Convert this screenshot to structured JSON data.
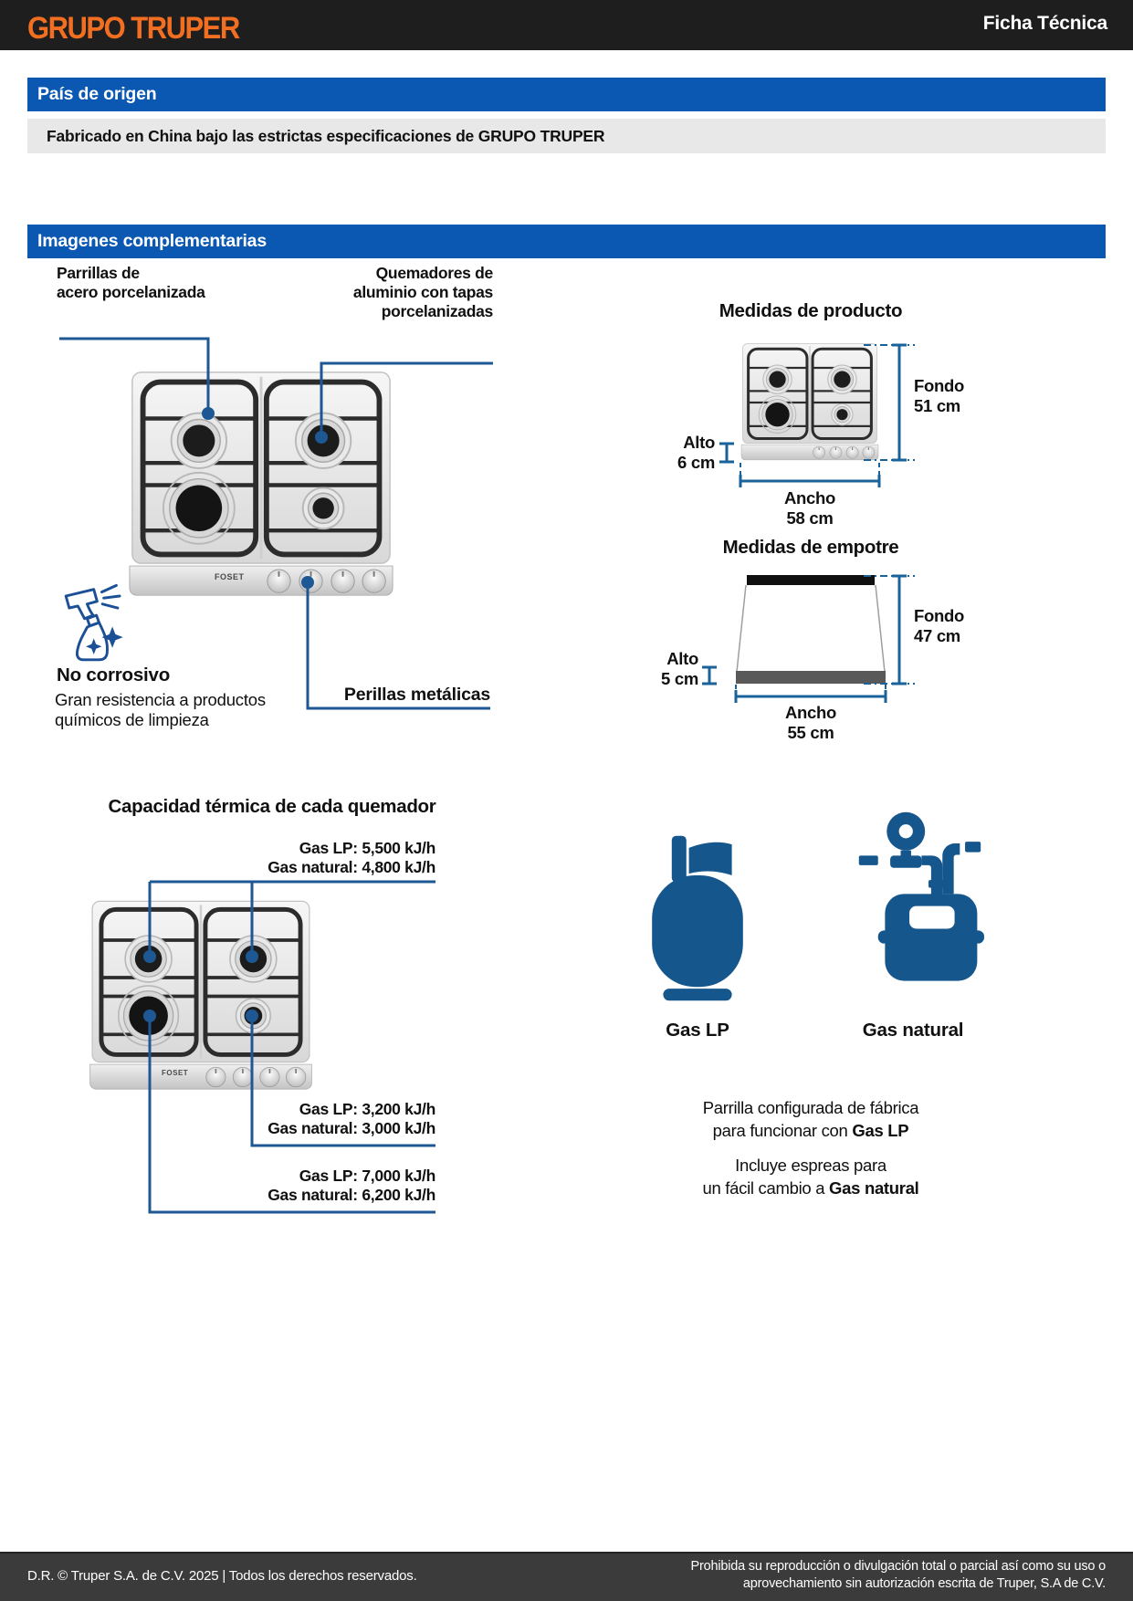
{
  "header": {
    "logo": "GRUPO TRUPER",
    "doc_type": "Ficha Técnica"
  },
  "colors": {
    "accent_orange": "#F26F21",
    "truper_blue": "#0A58B2",
    "line_blue": "#1D5894",
    "icon_blue": "#15568D"
  },
  "origin_section": {
    "title": "País de origen",
    "body": "Fabricado en China bajo las estrictas especificaciones de GRUPO TRUPER"
  },
  "images_section": {
    "title": "Imagenes complementarias"
  },
  "cooktop": {
    "brand": "FOSET"
  },
  "callouts": {
    "parrillas": "Parrillas de\nacero porcelanizada",
    "quemadores": "Quemadores de\naluminio con tapas\nporcelanizadas",
    "no_corrosivo_title": "No corrosivo",
    "no_corrosivo_body": "Gran resistencia a productos\nquímicos de limpieza",
    "perillas": "Perillas metálicas"
  },
  "medidas_producto": {
    "title": "Medidas de producto",
    "fondo": "Fondo\n51 cm",
    "alto": "Alto\n6 cm",
    "ancho": "Ancho\n58 cm"
  },
  "medidas_empotre": {
    "title": "Medidas de empotre",
    "fondo": "Fondo\n47 cm",
    "alto": "Alto\n5 cm",
    "ancho": "Ancho\n55 cm"
  },
  "capacidad": {
    "title": "Capacidad térmica de cada quemador",
    "quemador_superior": "Gas LP: 5,500 kJ/h\nGas natural: 4,800 kJ/h",
    "quemador_chico": "Gas LP: 3,200 kJ/h\nGas natural: 3,000 kJ/h",
    "quemador_grande": "Gas LP: 7,000 kJ/h\nGas natural: 6,200 kJ/h"
  },
  "gas": {
    "lp_label": "Gas LP",
    "natural_label": "Gas natural",
    "config_line1": "Parrilla configurada de fábrica",
    "config_line2_normal": "para funcionar con ",
    "config_line2_bold": "Gas LP",
    "espreas_line1": "Incluye espreas para",
    "espreas_line2_normal": "un fácil cambio a ",
    "espreas_line2_bold": "Gas natural"
  },
  "footer": {
    "left": "D.R. © Truper S.A. de C.V. 2025 | Todos los derechos reservados.",
    "right": "Prohibida su reproducción o divulgación total o parcial así como su uso o\naprovechamiento sin autorización escrita de Truper, S.A de C.V."
  }
}
